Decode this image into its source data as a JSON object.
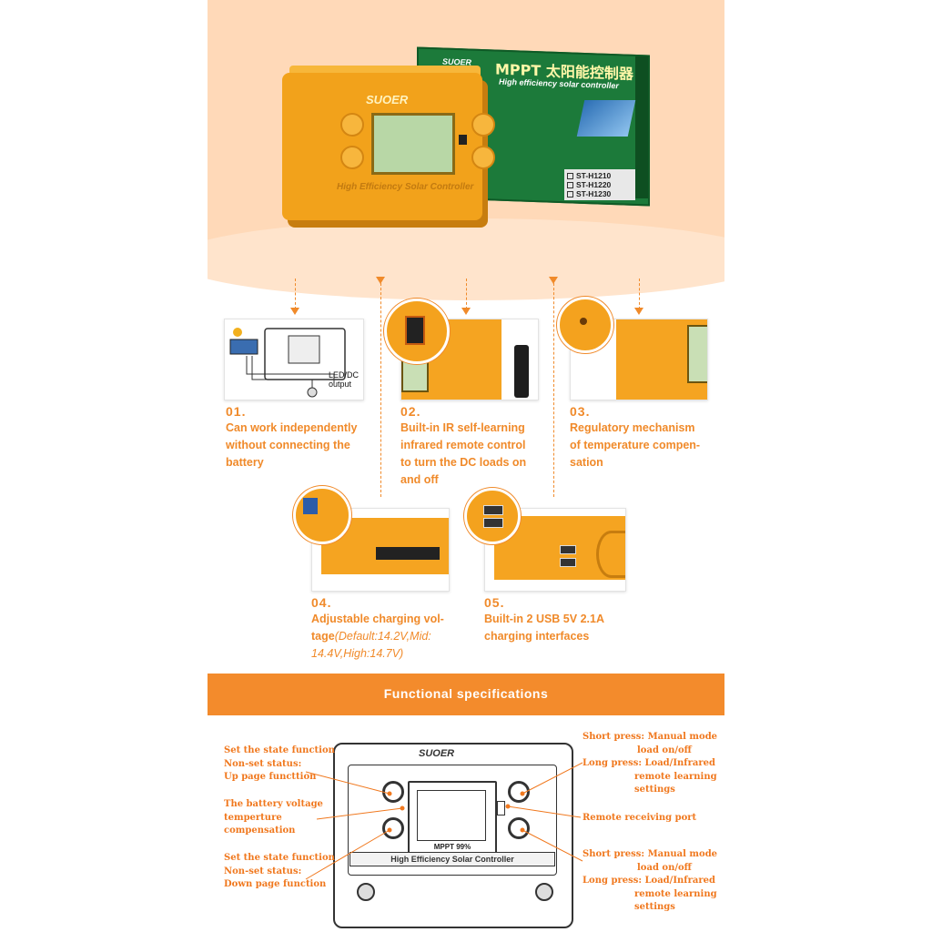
{
  "hero": {
    "controller_brand": "SUOER",
    "controller_label": "High Efficiency Solar Controller",
    "box_brand": "SUOER",
    "box_title": "MPPT 太阳能控制器",
    "box_subtitle": "High efficiency solar controller",
    "models": [
      "ST-H1210",
      "ST-H1220",
      "ST-H1230"
    ]
  },
  "features": [
    {
      "num": "01.",
      "lines": [
        "Can work independently",
        "without connecting the",
        "battery"
      ],
      "img_text": [
        "LED/DC",
        "output"
      ]
    },
    {
      "num": "02.",
      "lines": [
        "Built-in IR self-learning",
        "infrared remote control",
        "to turn the DC loads on",
        "and off"
      ]
    },
    {
      "num": "03.",
      "lines": [
        "Regulatory mechanism",
        "of temperature compen-",
        "sation"
      ]
    },
    {
      "num": "04.",
      "lines": [
        "Adjustable charging vol-"
      ],
      "lines_mixed": {
        "bold": "tage",
        "italic": "(Default:14.2V,Mid:",
        "italic2": "14.4V,High:14.7V)"
      }
    },
    {
      "num": "05.",
      "lines": [
        "Built-in 2 USB 5V 2.1A",
        "charging interfaces"
      ]
    }
  ],
  "banner": {
    "title": "Functional specifications"
  },
  "diagram": {
    "brand": "SUOER",
    "mppt": "MPPT 99%",
    "plate": "High Efficiency Solar Controller",
    "left": [
      [
        "Set the state function",
        "Non-set status:",
        "Up page functtion"
      ],
      [
        "The battery voltage",
        "temperture",
        "compensation"
      ],
      [
        "Set the state function",
        "Non-set status:",
        "Down page function"
      ]
    ],
    "right": [
      [
        "Short press: Manual mode",
        "load on/off",
        "Long press: Load/Infrared",
        "remote learning",
        "settings"
      ],
      [
        "Remote receiving port"
      ],
      [
        "Short press: Manual mode",
        "load on/off",
        "Long press: Load/Infrared",
        "remote learning",
        "settings"
      ]
    ]
  },
  "colors": {
    "accent": "#f08a2a",
    "banner": "#f38b2c",
    "controller": "#f2a21b",
    "box": "#1c7a3a"
  }
}
